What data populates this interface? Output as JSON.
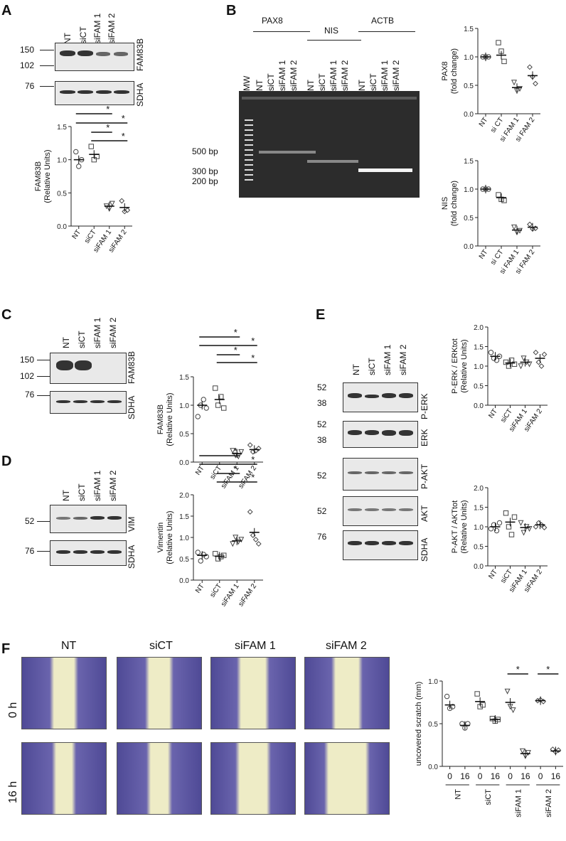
{
  "panels": {
    "A": "A",
    "B": "B",
    "C": "C",
    "D": "D",
    "E": "E",
    "F": "F"
  },
  "lanes4": [
    "NT",
    "siCT",
    "siFAM 1",
    "siFAM 2"
  ],
  "panel_a": {
    "blot1_label": "FAM83B",
    "blot2_label": "SDHA",
    "mw1": "150",
    "mw2": "102",
    "mw3": "76"
  },
  "panel_b": {
    "groups": [
      "PAX8",
      "NIS",
      "ACTB"
    ],
    "mw": "MW",
    "lanes": [
      "NT",
      "siCT",
      "siFAM 1",
      "siFAM 2",
      "NT",
      "siCT",
      "siFAM 1",
      "siFAM 2",
      "NT",
      "siCT",
      "siFAM 1",
      "siFAM 2"
    ],
    "bp": [
      "500 bp",
      "300 bp",
      "200 bp"
    ]
  },
  "panel_c": {
    "blot1_label": "FAM83B",
    "blot2_label": "SDHA",
    "mw1": "150",
    "mw2": "102",
    "mw3": "76"
  },
  "panel_d": {
    "blot1_label": "VIM",
    "blot2_label": "SDHA",
    "mw1": "52",
    "mw2": "76"
  },
  "panel_e": {
    "blots": [
      "P-ERK",
      "ERK",
      "P-AKT",
      "AKT",
      "SDHA"
    ],
    "mw": {
      "perk1": "52",
      "perk2": "38",
      "erk1": "52",
      "erk2": "38",
      "pakt": "52",
      "akt": "52",
      "sdha": "76"
    }
  },
  "panel_f": {
    "columns": [
      "NT",
      "siCT",
      "siFAM 1",
      "siFAM 2"
    ],
    "rows": [
      "0 h",
      "16 h"
    ],
    "time_labels": [
      "0",
      "16"
    ]
  },
  "colors": {
    "stain": "#5a54a0",
    "scratch": "#eeecc6",
    "gel": "#2c2c2c"
  },
  "chart_data": [
    {
      "id": "A",
      "type": "scatter",
      "ylabel": "FAM83B\n(Relative Units)",
      "categories": [
        "NT",
        "siCT",
        "siFAM 1",
        "siFAM 2"
      ],
      "ylim": [
        0,
        1.5
      ],
      "yticks": [
        "0.0",
        "0.5",
        "1.0",
        "1.5"
      ],
      "values": [
        1.0,
        1.08,
        0.3,
        0.28
      ],
      "points": [
        [
          1.12,
          0.9,
          1.0
        ],
        [
          1.2,
          1.0,
          1.05
        ],
        [
          0.3,
          0.26,
          0.34
        ],
        [
          0.38,
          0.22,
          0.24
        ]
      ],
      "sig": [
        "*",
        "*",
        "*",
        "*"
      ]
    },
    {
      "id": "B1",
      "type": "scatter",
      "ylabel": "PAX8\n(fold change)",
      "categories": [
        "NT",
        "si CT",
        "si FAM 1",
        "si FAM 2"
      ],
      "ylim": [
        0,
        1.5
      ],
      "yticks": [
        "0.0",
        "0.5",
        "1.0",
        "1.5"
      ],
      "values": [
        1.0,
        1.03,
        0.46,
        0.67
      ],
      "points": [
        [
          1.0,
          1.0,
          1.0
        ],
        [
          1.25,
          1.1,
          0.92
        ],
        [
          0.55,
          0.4,
          0.44
        ],
        [
          0.82,
          0.65,
          0.53
        ]
      ]
    },
    {
      "id": "B2",
      "type": "scatter",
      "ylabel": "NIS\n(fold change)",
      "categories": [
        "NT",
        "si CT",
        "si FAM 1",
        "si FAM 2"
      ],
      "ylim": [
        0,
        1.5
      ],
      "yticks": [
        "0.0",
        "0.5",
        "1.0",
        "1.5"
      ],
      "values": [
        1.0,
        0.85,
        0.28,
        0.33
      ],
      "points": [
        [
          1.0,
          1.0,
          1.0
        ],
        [
          0.9,
          0.82,
          0.8
        ],
        [
          0.33,
          0.24,
          0.27
        ],
        [
          0.38,
          0.3,
          0.31
        ]
      ]
    },
    {
      "id": "C",
      "type": "scatter",
      "ylabel": "FAM83B\n(Relative Units)",
      "categories": [
        "NT",
        "siCT",
        "siFAM 1",
        "siFAM 2"
      ],
      "ylim": [
        0,
        1.5
      ],
      "yticks": [
        "0.0",
        "0.5",
        "1.0",
        "1.5"
      ],
      "values": [
        1.0,
        1.1,
        0.15,
        0.22
      ],
      "points": [
        [
          0.8,
          1.0,
          1.1,
          0.95
        ],
        [
          1.3,
          1.0,
          1.15,
          0.95
        ],
        [
          0.2,
          0.12,
          0.1,
          0.18
        ],
        [
          0.3,
          0.18,
          0.2,
          0.24
        ]
      ],
      "sig": [
        "*",
        "*",
        "*",
        "*"
      ]
    },
    {
      "id": "D",
      "type": "scatter",
      "ylabel": "Vimentin\n(Relative Units)",
      "categories": [
        "NT",
        "siCT",
        "siFAM 1",
        "siFAM 2"
      ],
      "ylim": [
        0,
        2.0
      ],
      "yticks": [
        "0.0",
        "0.5",
        "1.0",
        "1.5",
        "2.0"
      ],
      "values": [
        0.58,
        0.56,
        0.92,
        1.12
      ],
      "points": [
        [
          0.65,
          0.45,
          0.6,
          0.55
        ],
        [
          0.62,
          0.5,
          0.55,
          0.58
        ],
        [
          0.85,
          1.0,
          0.9,
          0.95
        ],
        [
          1.6,
          1.05,
          0.95,
          0.85
        ]
      ],
      "sig": [
        "*",
        "*",
        "*",
        "*"
      ]
    },
    {
      "id": "E1",
      "type": "scatter",
      "ylabel": "P-ERK / ERKtot\n(Relative Units)",
      "categories": [
        "NT",
        "siCT",
        "siFAM 1",
        "siFAM 2"
      ],
      "ylim": [
        0,
        2.0
      ],
      "yticks": [
        "0.0",
        "0.5",
        "1.0",
        "1.5",
        "2.0"
      ],
      "values": [
        1.25,
        1.08,
        1.1,
        1.2
      ],
      "points": [
        [
          1.35,
          1.2,
          1.15,
          1.25
        ],
        [
          1.1,
          1.0,
          1.15,
          1.05
        ],
        [
          1.0,
          1.2,
          1.1,
          1.05
        ],
        [
          1.35,
          1.1,
          1.0,
          1.3
        ]
      ]
    },
    {
      "id": "E2",
      "type": "scatter",
      "ylabel": "P-AKT / AKTtot\n(Relative Units)",
      "categories": [
        "NT",
        "siCT",
        "siFAM 1",
        "siFAM 2"
      ],
      "ylim": [
        0,
        2.0
      ],
      "yticks": [
        "0.0",
        "0.5",
        "1.0",
        "1.5",
        "2.0"
      ],
      "values": [
        1.0,
        1.12,
        0.98,
        1.05
      ],
      "points": [
        [
          0.95,
          1.05,
          0.9,
          1.1
        ],
        [
          1.35,
          1.0,
          0.8,
          1.25
        ],
        [
          1.1,
          0.85,
          1.0,
          0.95
        ],
        [
          1.0,
          1.1,
          1.05,
          0.98
        ]
      ]
    },
    {
      "id": "F",
      "type": "scatter",
      "ylabel": "uncovered scratch (mm)",
      "categories": [
        "0",
        "16",
        "0",
        "16",
        "0",
        "16",
        "0",
        "16"
      ],
      "groups": [
        "NT",
        "siCT",
        "siFAM 1",
        "siFAM 2"
      ],
      "ylim": [
        0,
        1.0
      ],
      "yticks": [
        "0.0",
        "0.5",
        "1.0"
      ],
      "values": [
        0.72,
        0.48,
        0.76,
        0.55,
        0.75,
        0.15,
        0.77,
        0.18
      ],
      "points": [
        [
          0.82,
          0.68,
          0.7
        ],
        [
          0.5,
          0.45,
          0.5
        ],
        [
          0.85,
          0.7,
          0.72
        ],
        [
          0.56,
          0.53,
          0.55
        ],
        [
          0.88,
          0.7,
          0.66
        ],
        [
          0.18,
          0.12,
          0.16
        ],
        [
          0.77,
          0.78,
          0.76
        ],
        [
          0.2,
          0.17,
          0.19
        ]
      ],
      "sig": [
        "*",
        "*"
      ]
    }
  ]
}
